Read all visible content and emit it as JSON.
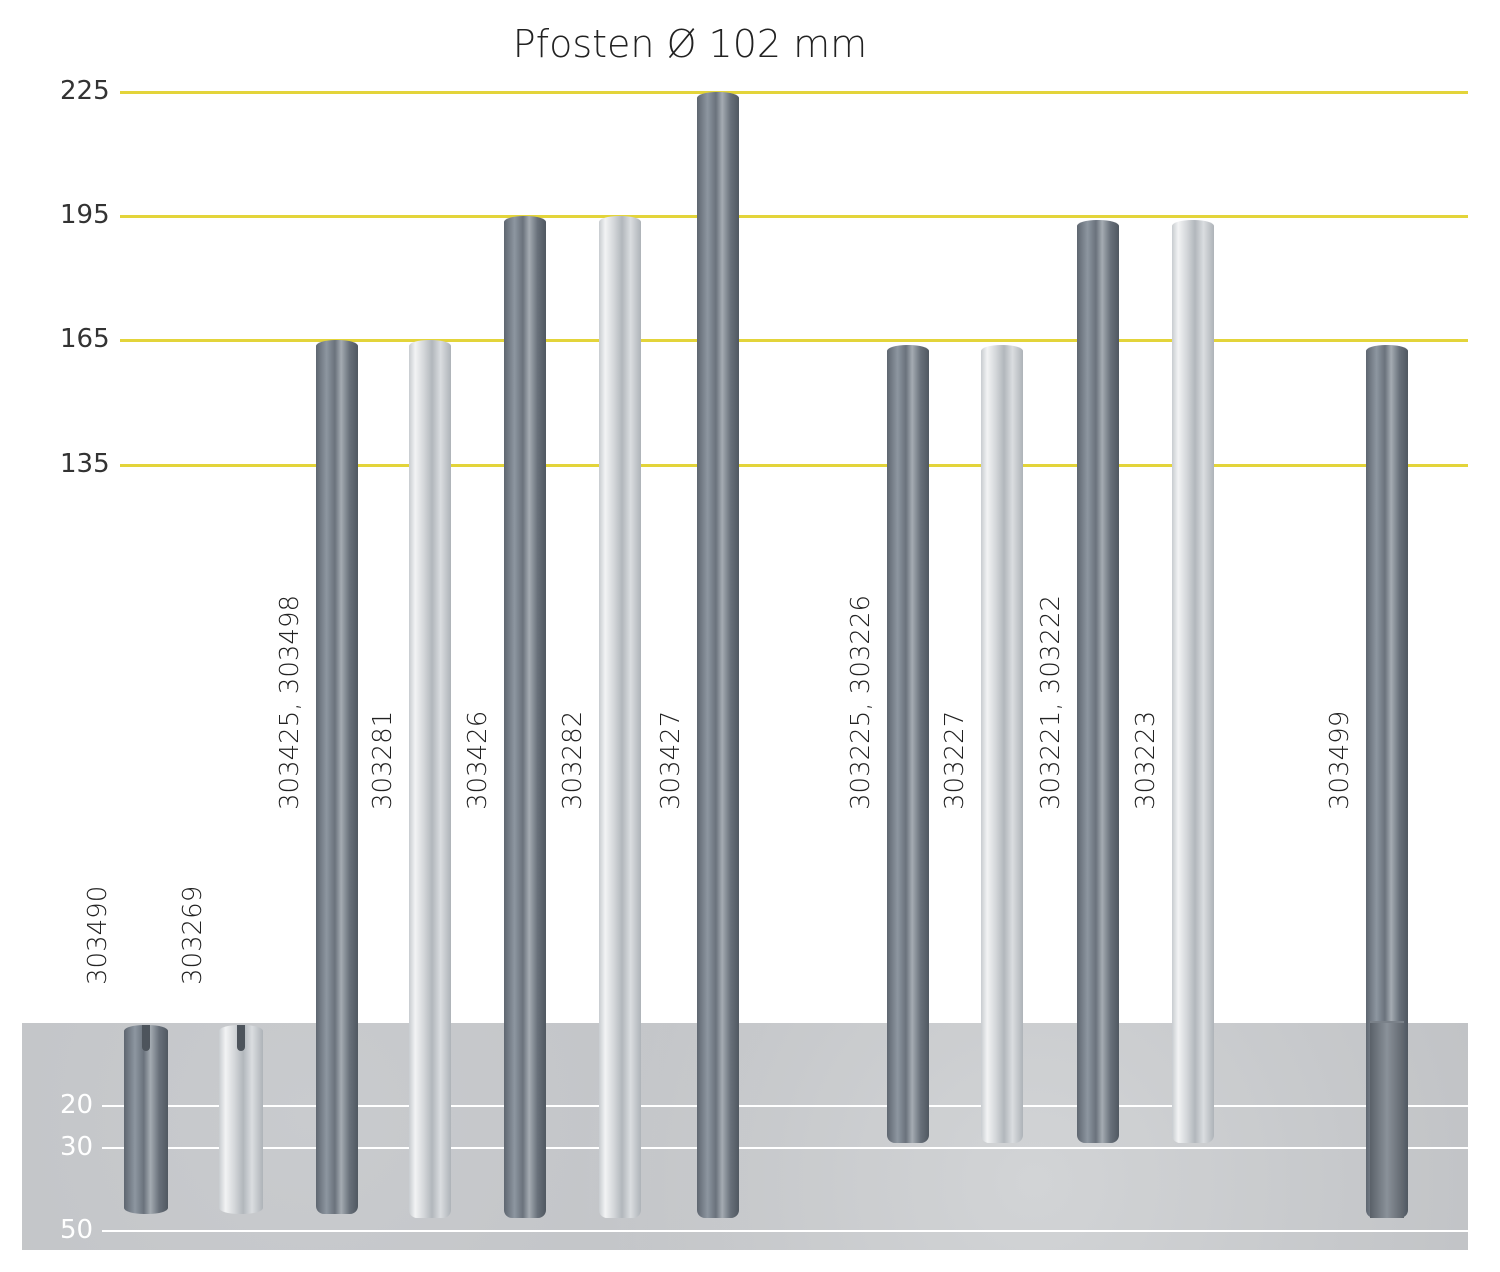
{
  "title": "Pfosten Ø 102 mm",
  "above_ground_scale": {
    "unit": "cm",
    "ticks": [
      "225",
      "195",
      "165",
      "135"
    ],
    "values": [
      225,
      195,
      165,
      135
    ]
  },
  "below_ground_scale": {
    "unit": "cm",
    "ticks": [
      "20",
      "30",
      "50"
    ],
    "values": [
      20,
      30,
      50
    ]
  },
  "colors": {
    "guide_line": "#e3d43a",
    "ground": "#c1c3c6",
    "depth_line": "#ffffff"
  },
  "posts": [
    {
      "label": "303490",
      "finish": "sleeve-dark",
      "height_cm": 0,
      "depth_cm": 46
    },
    {
      "label": "303269",
      "finish": "sleeve-light",
      "height_cm": 0,
      "depth_cm": 46
    },
    {
      "label": "303425, 303498",
      "finish": "dark",
      "height_cm": 165,
      "depth_cm": 46
    },
    {
      "label": "303281",
      "finish": "light",
      "height_cm": 165,
      "depth_cm": 47
    },
    {
      "label": "303426",
      "finish": "dark",
      "height_cm": 195,
      "depth_cm": 47
    },
    {
      "label": "303282",
      "finish": "light",
      "height_cm": 195,
      "depth_cm": 47
    },
    {
      "label": "303427",
      "finish": "dark",
      "height_cm": 225,
      "depth_cm": 47
    },
    {
      "label": "303225, 303226",
      "finish": "dark",
      "height_cm": 164,
      "depth_cm": 29
    },
    {
      "label": "303227",
      "finish": "light",
      "height_cm": 164,
      "depth_cm": 29
    },
    {
      "label": "303221, 303222",
      "finish": "dark",
      "height_cm": 194,
      "depth_cm": 29
    },
    {
      "label": "303223",
      "finish": "light",
      "height_cm": 194,
      "depth_cm": 29
    },
    {
      "label": "303499",
      "finish": "dark-stepped",
      "height_cm": 164,
      "depth_cm": 47
    }
  ]
}
